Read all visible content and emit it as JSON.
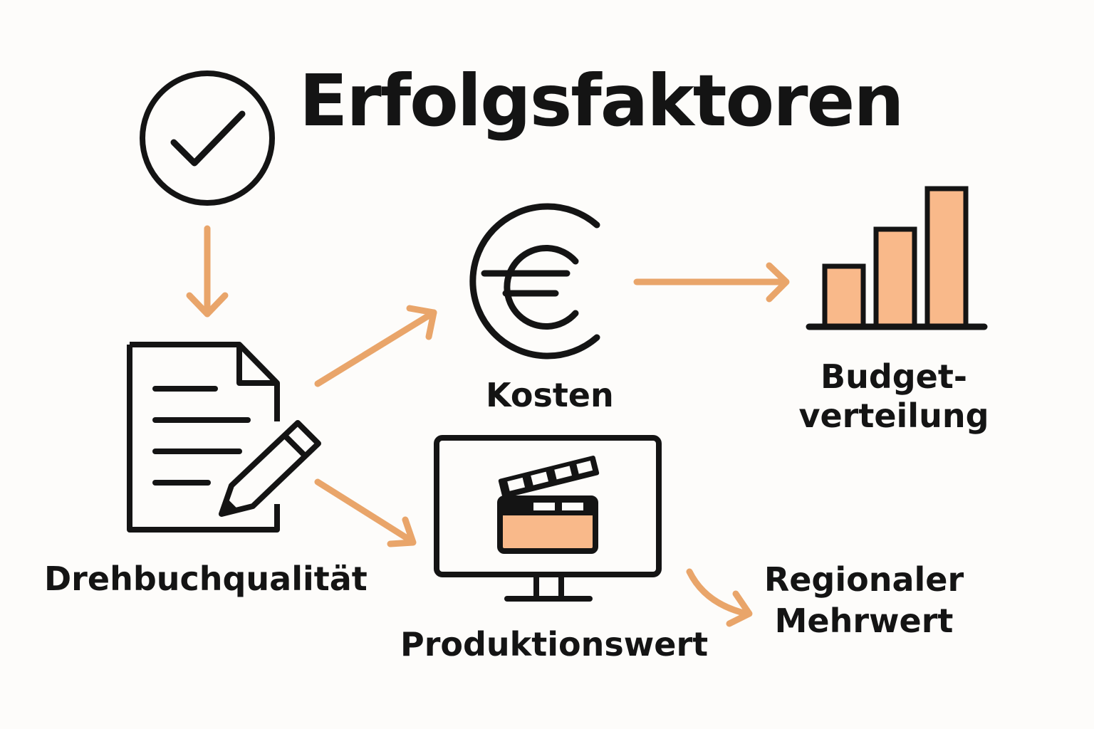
{
  "title": "Erfolgsfaktoren",
  "nodes": {
    "kosten": "Kosten",
    "budget": "Budget-\nverteilung",
    "drehbuch": "Drehbuchqualität",
    "produktion": "Produktionswert",
    "regional": "Regionaler\nMehrwert"
  },
  "icons": {
    "check": "check-circle-icon",
    "document": "document-with-pencil-icon",
    "euro": "euro-icon",
    "chart": "bar-chart-icon",
    "monitor": "monitor-clapperboard-icon"
  },
  "colors": {
    "ink": "#141414",
    "accent": "#e9a56a",
    "fill": "#f9b98a",
    "background": "#fdfcfa"
  }
}
